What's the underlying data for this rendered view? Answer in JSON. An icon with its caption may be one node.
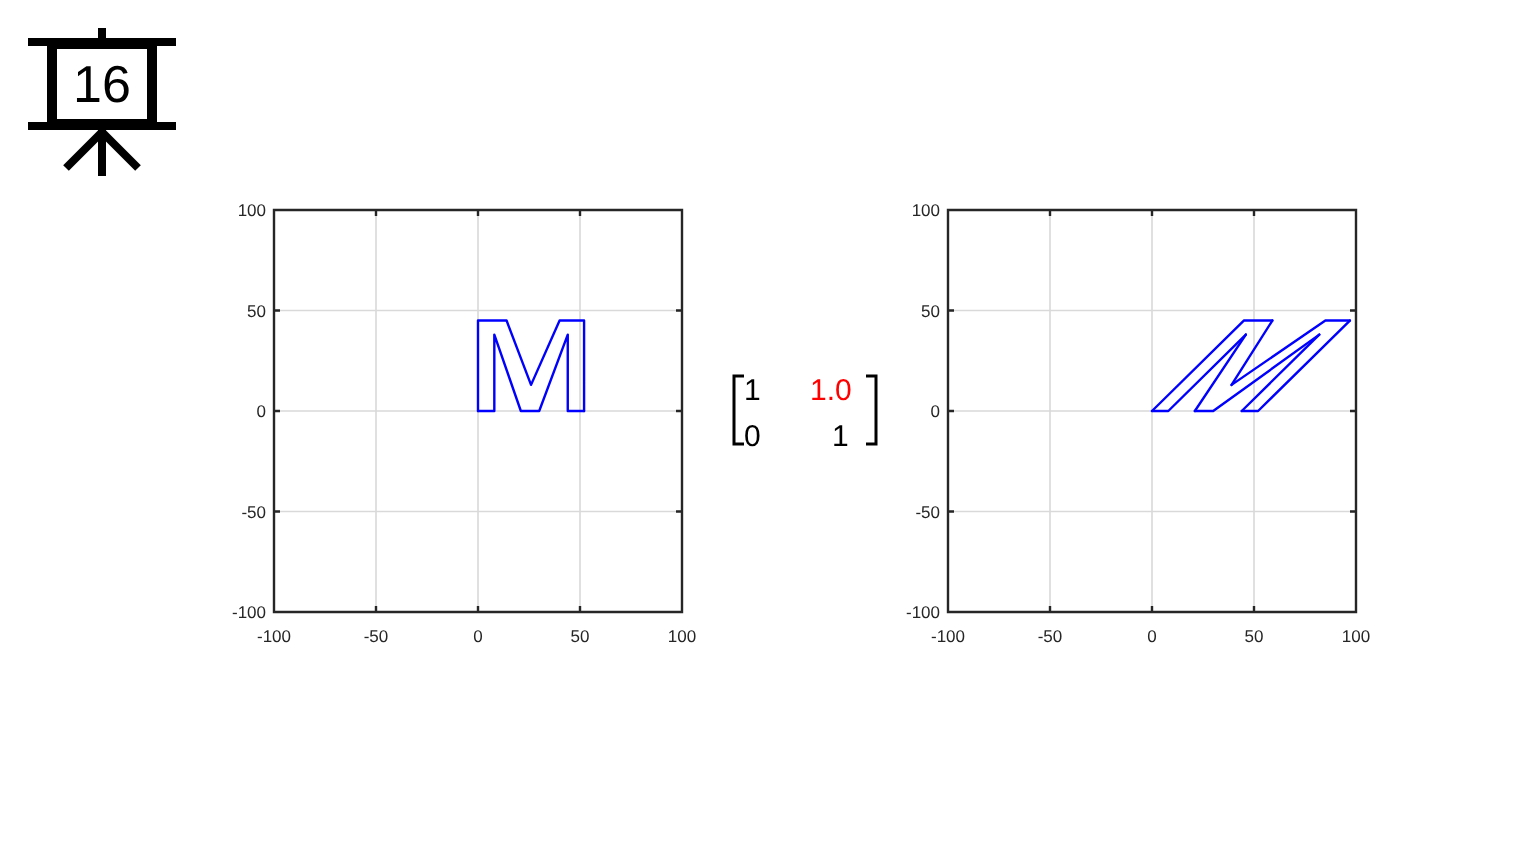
{
  "diagram": {
    "nodes": [
      {
        "text": [
          "16"
        ]
      }
    ],
    "labels": [
      "1",
      "1.0",
      "0",
      "1"
    ],
    "chart_data": [
      {
        "type": "line",
        "xlim": [
          -100,
          100
        ],
        "ylim": [
          -100,
          100
        ],
        "xticks": [
          -100,
          -50,
          0,
          50,
          100
        ],
        "yticks": [
          -100,
          -50,
          0,
          50,
          100
        ],
        "grid": true,
        "series": [
          {
            "color": "#0000ff",
            "x": [
              0,
              0,
              14,
              26,
              40,
              52,
              52
            ],
            "values": [
              0,
              45,
              45,
              13,
              45,
              45,
              0
            ]
          },
          {
            "color": "#0000ff",
            "x": [
              0,
              8,
              8,
              21,
              30,
              44,
              44,
              52
            ],
            "values": [
              0,
              0,
              38,
              0,
              0,
              38,
              0,
              0
            ]
          }
        ]
      },
      {
        "type": "line",
        "xlim": [
          -100,
          100
        ],
        "ylim": [
          -100,
          100
        ],
        "xticks": [
          -100,
          -50,
          0,
          50,
          100
        ],
        "yticks": [
          -100,
          -50,
          0,
          50,
          100
        ],
        "grid": true,
        "series": [
          {
            "color": "#0000ff",
            "x": [
              0,
              45,
              59
            ],
            "values": [
              0,
              45,
              45
            ]
          },
          {
            "color": "#0000ff",
            "x": [
              39,
              59
            ],
            "values": [
              13,
              45
            ]
          },
          {
            "color": "#0000ff",
            "x": [
              39,
              85,
              97
            ],
            "values": [
              13,
              45,
              45
            ]
          },
          {
            "color": "#0000ff",
            "x": [
              44,
              52,
              97
            ],
            "values": [
              0,
              0,
              45
            ]
          },
          {
            "color": "#0000ff",
            "x": [
              44,
              82
            ],
            "values": [
              0,
              38
            ]
          },
          {
            "color": "#0000ff",
            "x": [
              21,
              30,
              82
            ],
            "values": [
              0,
              0,
              38
            ]
          },
          {
            "color": "#0000ff",
            "x": [
              21,
              46
            ],
            "values": [
              0,
              38
            ]
          },
          {
            "color": "#0000ff",
            "x": [
              0,
              8,
              46
            ],
            "values": [
              0,
              0,
              38
            ]
          }
        ]
      }
    ]
  }
}
